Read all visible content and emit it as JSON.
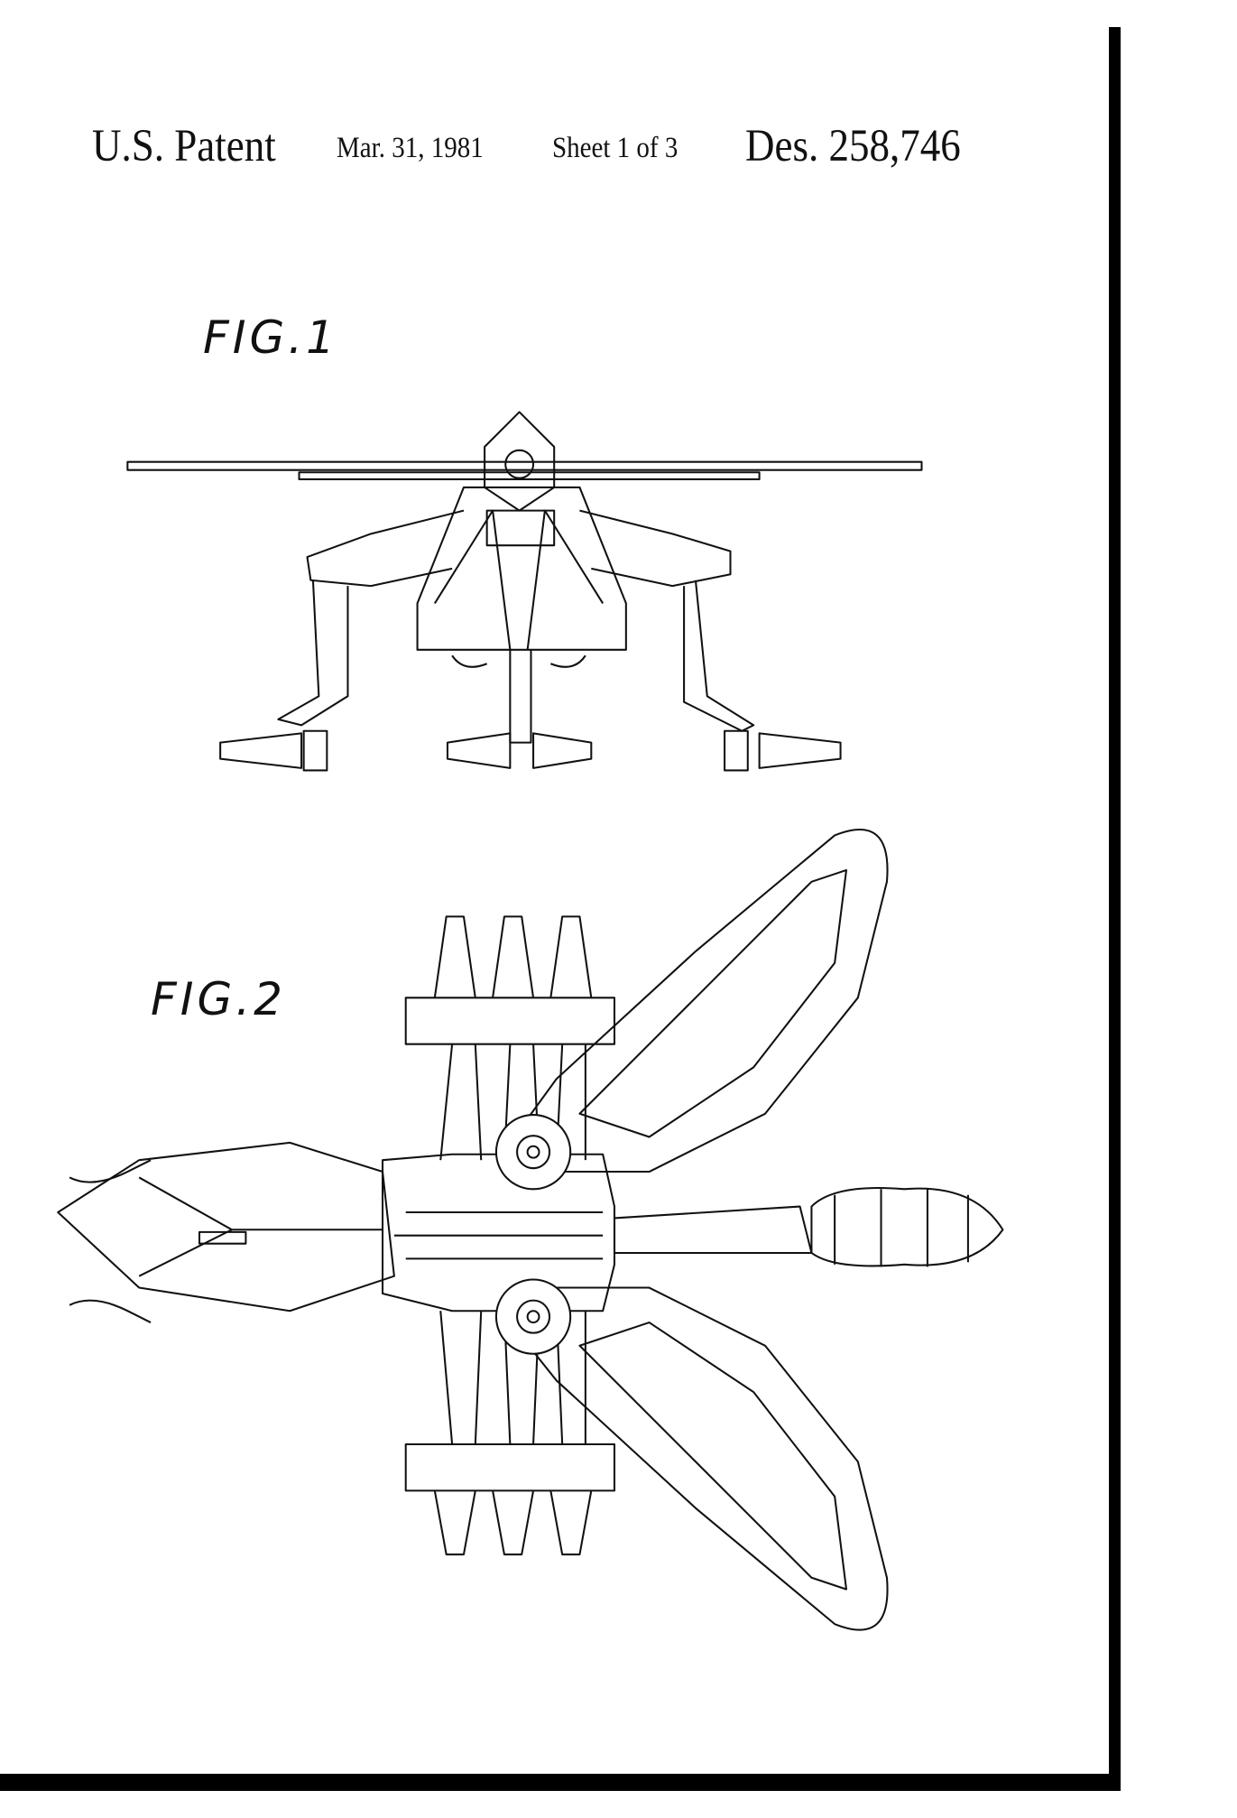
{
  "header": {
    "title": "U.S. Patent",
    "date": "Mar. 31, 1981",
    "sheet": "Sheet 1 of 3",
    "patent_number": "Des. 258,746"
  },
  "figures": [
    {
      "label": "FIG.1"
    },
    {
      "label": "FIG.2"
    }
  ]
}
